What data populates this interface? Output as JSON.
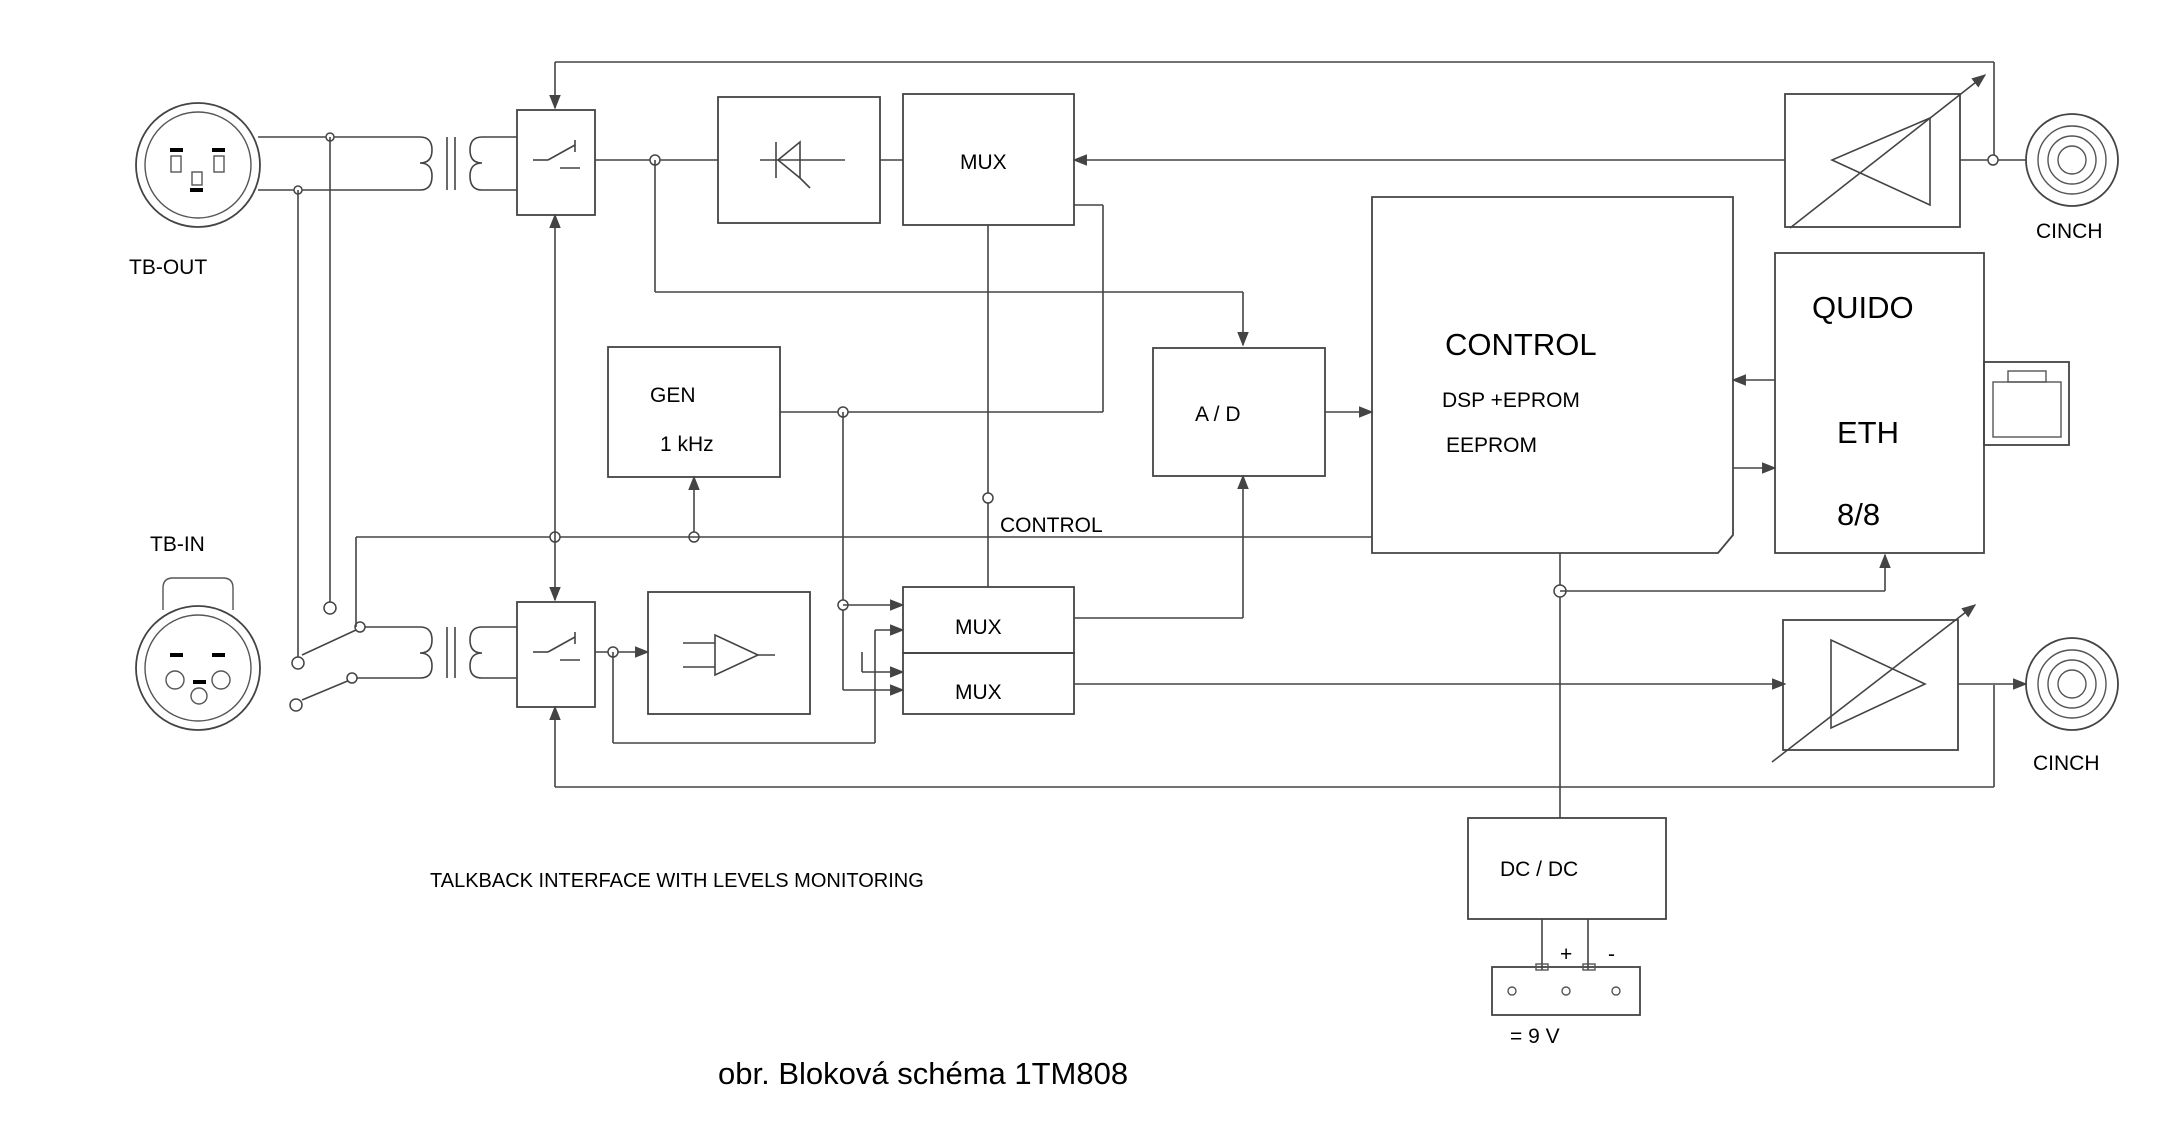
{
  "labels": {
    "tb_out": "TB-OUT",
    "tb_in": "TB-IN",
    "mux_top": "MUX",
    "mux_mid": "MUX",
    "mux_bot": "MUX",
    "gen_line1": "GEN",
    "gen_line2": "1 kHz",
    "ad": "A / D",
    "control_title": "CONTROL",
    "control_line1": "DSP +EPROM",
    "control_line2": "EEPROM",
    "control_bus": "CONTROL",
    "quido_title": "QUIDO",
    "quido_line1": "ETH",
    "quido_line2": "8/8",
    "cinch_top": "CINCH",
    "cinch_bot": "CINCH",
    "dcdc": "DC / DC",
    "plus": "+",
    "minus": "-",
    "voltage": "= 9 V",
    "subtitle": "TALKBACK INTERFACE WITH LEVELS MONITORING",
    "caption": "obr. Bloková schéma 1TM808"
  }
}
